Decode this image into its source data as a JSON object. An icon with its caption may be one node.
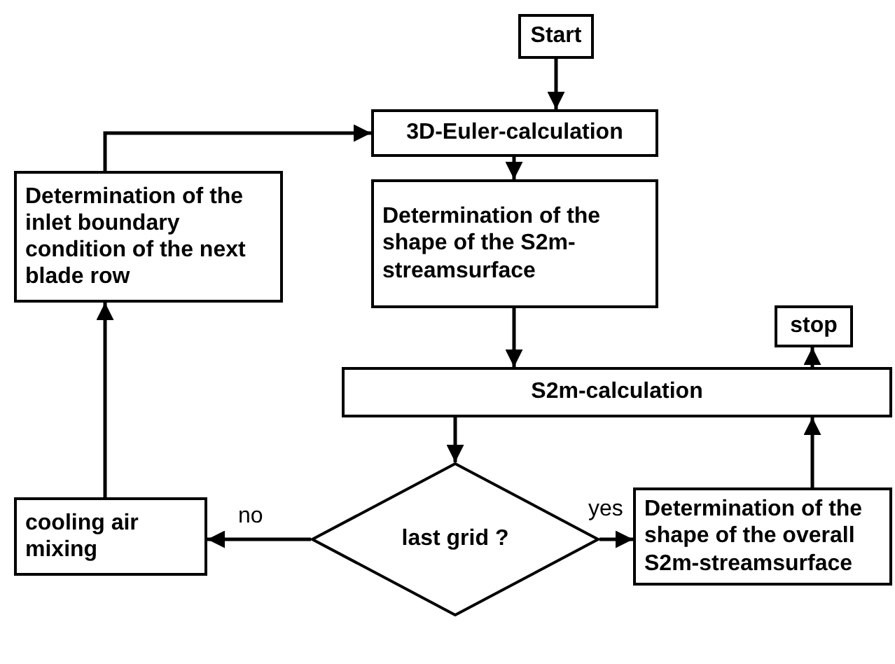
{
  "diagram": {
    "nodes": [
      {
        "text": [
          "Start"
        ]
      },
      {
        "text": [
          "3D-Euler-calculation"
        ]
      },
      {
        "text": [
          "Determination of the inlet boundary condition of the next blade row"
        ]
      },
      {
        "text": [
          "Determination of the shape of the S2m-streamsurface"
        ]
      },
      {
        "text": [
          "stop"
        ]
      },
      {
        "text": [
          "S2m-calculation"
        ]
      },
      {
        "text": [
          "last grid ?"
        ]
      },
      {
        "text": [
          "cooling air mixing"
        ]
      },
      {
        "text": [
          "Determination of the shape of the overall S2m-streamsurface"
        ]
      }
    ],
    "edges": [
      {
        "from": 0,
        "to": 1,
        "arrow": "to"
      },
      {
        "from": 1,
        "to": 3,
        "arrow": "to"
      },
      {
        "from": 3,
        "to": 5,
        "arrow": "to"
      },
      {
        "from": 5,
        "to": 6,
        "arrow": "to"
      },
      {
        "from": 6,
        "to": 7,
        "arrow": "to",
        "label": "no"
      },
      {
        "from": 6,
        "to": 8,
        "arrow": "to",
        "label": "yes"
      },
      {
        "from": 8,
        "to": 5,
        "arrow": "to"
      },
      {
        "from": 5,
        "to": 4,
        "arrow": "to"
      },
      {
        "from": 7,
        "to": 2,
        "arrow": "to"
      },
      {
        "from": 2,
        "to": 1,
        "arrow": "to"
      }
    ]
  }
}
